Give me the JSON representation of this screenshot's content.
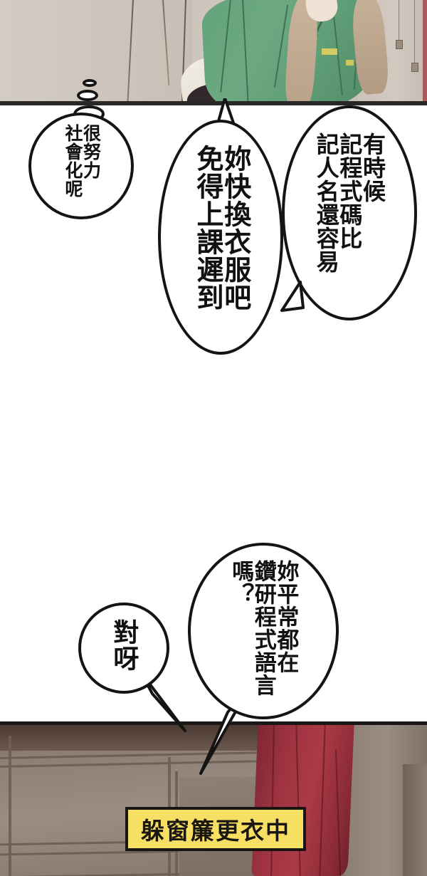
{
  "comic": {
    "panels": [
      {
        "name": "top-panel",
        "description": "Character in green school jacket with long light-brown hair standing by a wall"
      },
      {
        "name": "bottom-panel",
        "description": "Dim room interior with window frames and a dark red curtain"
      }
    ],
    "bubbles": {
      "thought_effort": {
        "type": "thought",
        "text": "很努力\n社會化呢",
        "lines": [
          "很努力",
          "社會化呢"
        ]
      },
      "say_change_clothes": {
        "type": "speech",
        "text": "妳快換衣服吧\n免得上課遲到",
        "lines": [
          "妳快換衣服吧",
          "免得上課遲到"
        ]
      },
      "say_code_easier": {
        "type": "speech",
        "text": "有時候\n記程式碼比\n記人名還容易",
        "lines": [
          "有時候",
          "記程式碼比",
          "記人名還容易"
        ]
      },
      "say_yes": {
        "type": "speech",
        "text": "對呀",
        "lines": [
          "對呀"
        ]
      },
      "say_study_languages": {
        "type": "speech",
        "text": "妳平常都在\n鑽研程式語言\n嗎？",
        "lines": [
          "妳平常都在",
          "鑽研程式語言",
          "嗎？"
        ]
      }
    },
    "caption": {
      "text": "躲窗簾更衣中",
      "background_color": "#f7df63",
      "border_color": "#191512",
      "text_color": "#1a1713"
    },
    "colors": {
      "wall_top": "#cec6bd",
      "jacket_green": "#63a27a",
      "hair_brown": "#c7b098",
      "panel_border": "#2b2724",
      "curtain_red": "#9e3340",
      "room_wall": "#8c7e73",
      "bubble_fill": "#ffffff",
      "bubble_stroke": "#141414"
    }
  }
}
